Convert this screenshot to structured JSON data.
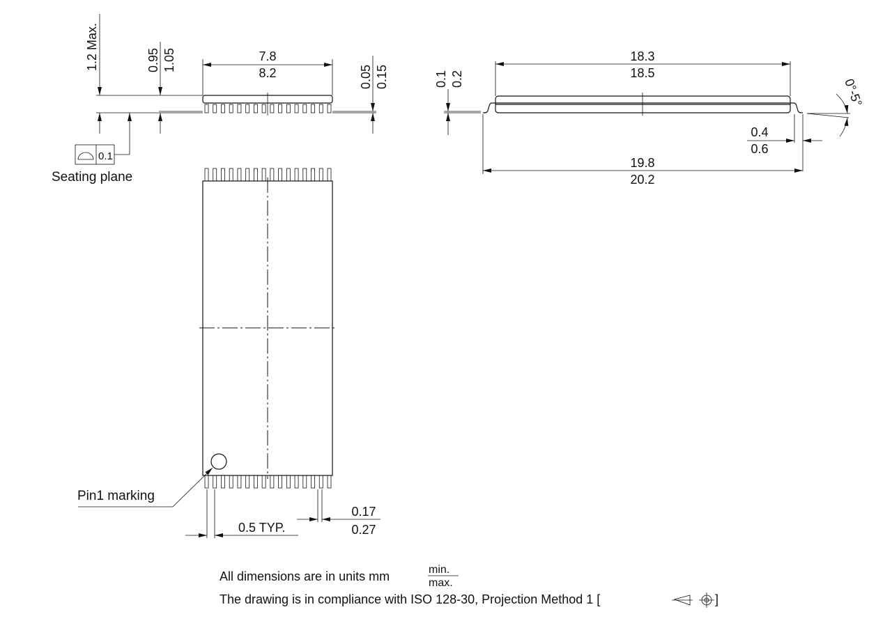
{
  "side_view_small": {
    "height_max": "1.2 Max.",
    "standoff": {
      "min": "0.95",
      "max": "1.05"
    },
    "width": {
      "min": "7.8",
      "max": "8.2"
    },
    "lead_offset": {
      "min": "0.05",
      "max": "0.15"
    },
    "flatness_symbol": "flatness-icon",
    "flatness_value": "0.1",
    "seating_plane_label": "Seating plane"
  },
  "side_view_long": {
    "body_length": {
      "min": "18.3",
      "max": "18.5"
    },
    "lead_thickness": {
      "min": "0.1",
      "max": "0.2"
    },
    "lead_angle": "0°-5°",
    "foot_length": {
      "min": "0.4",
      "max": "0.6"
    },
    "overall_length": {
      "min": "19.8",
      "max": "20.2"
    }
  },
  "top_view": {
    "pins_per_side": 16,
    "pin1_label": "Pin1 marking",
    "pitch": "0.5 TYP.",
    "lead_width": {
      "min": "0.17",
      "max": "0.27"
    }
  },
  "notes": {
    "units_text": "All dimensions are in units mm",
    "units_min": "min.",
    "units_max": "max.",
    "iso_text": "The drawing is in compliance with ISO 128-30, Projection Method 1 [",
    "iso_close": "]",
    "projection_symbol": "first-angle-projection-icon"
  }
}
